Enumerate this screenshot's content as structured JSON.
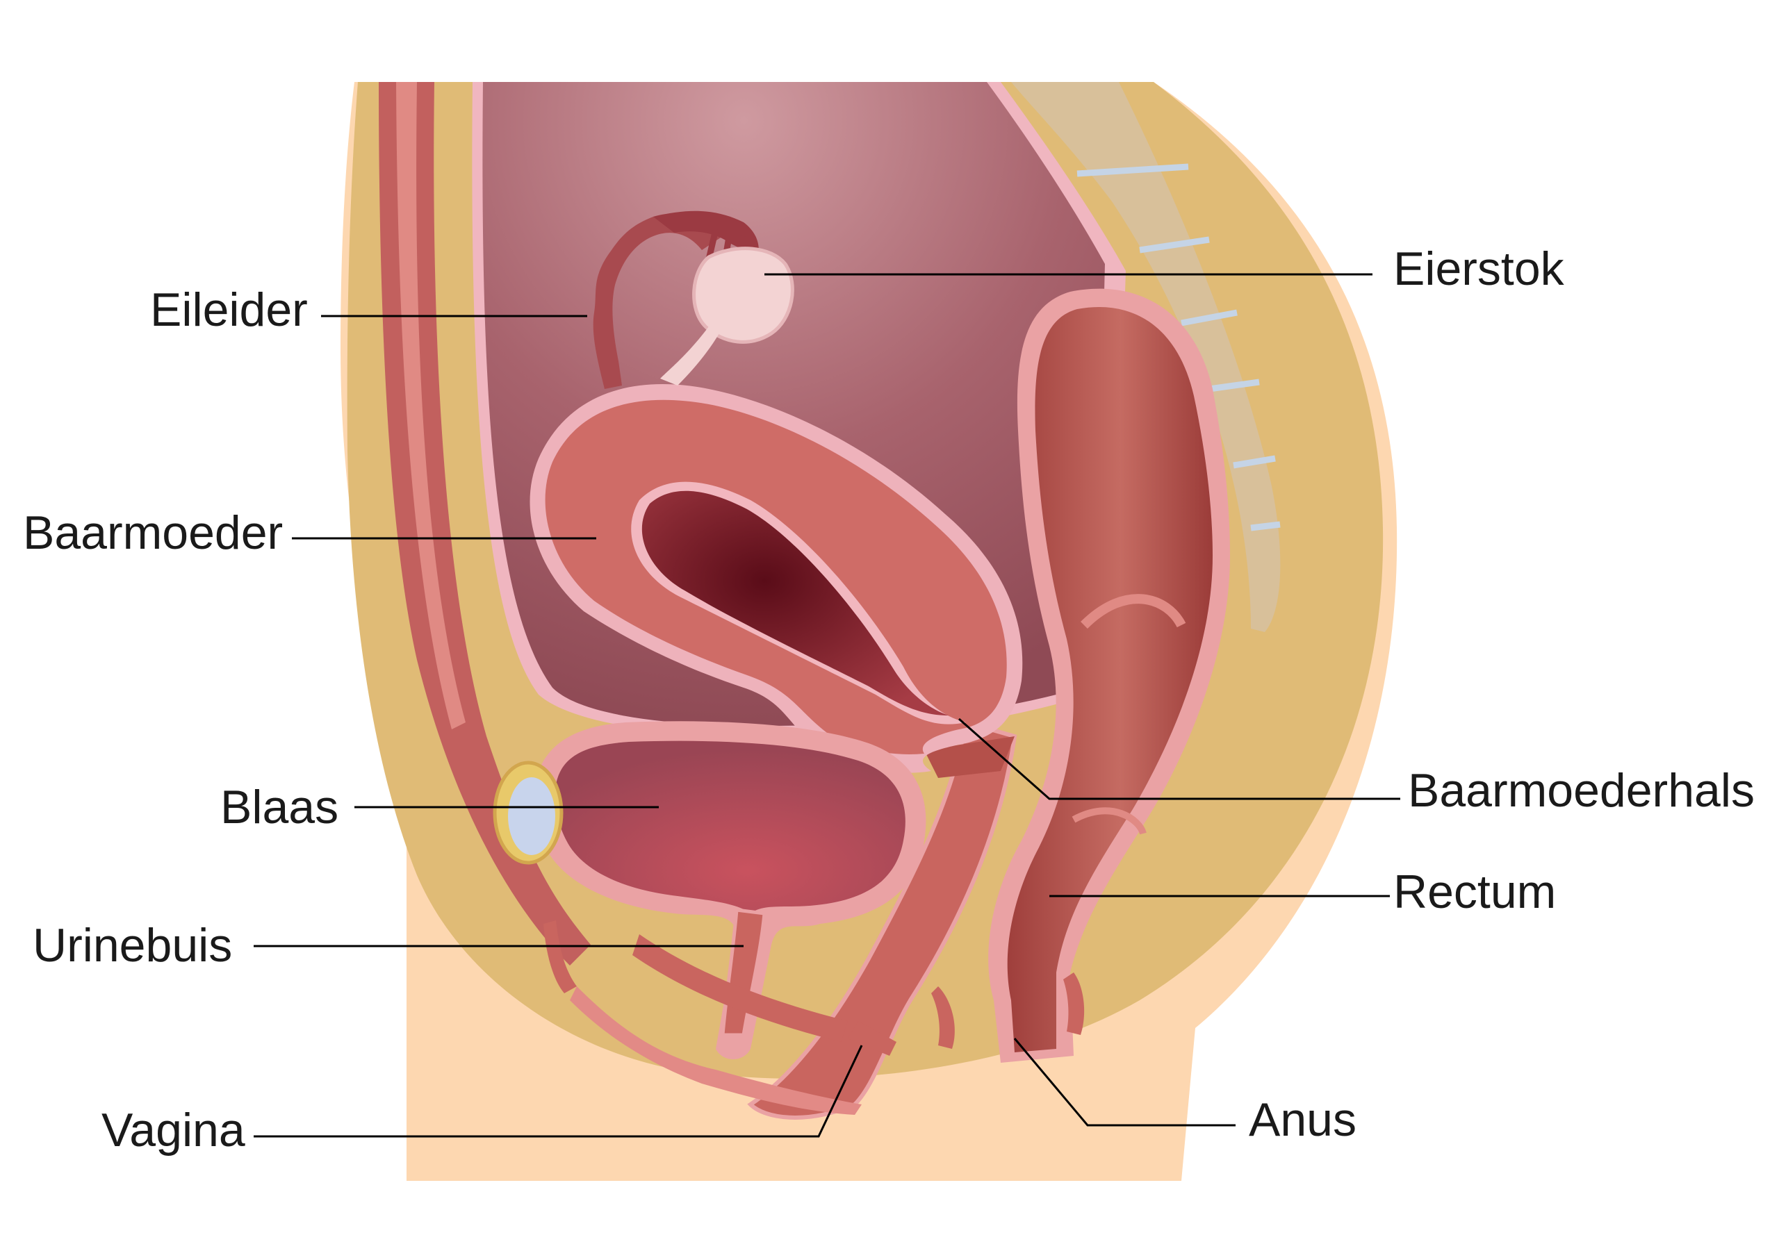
{
  "labels": {
    "eileider": "Eileider",
    "eierstok": "Eierstok",
    "baarmoeder": "Baarmoeder",
    "blaas": "Blaas",
    "baarmoederhals": "Baarmoederhals",
    "rectum": "Rectum",
    "urinebuis": "Urinebuis",
    "vagina": "Vagina",
    "anus": "Anus"
  },
  "colors": {
    "skin": "#fdd7b0",
    "fat": "#e0bb76",
    "muscle": "#c2605e",
    "cavity": "#8f4a55",
    "cavity_light": "#cf9aa0",
    "uterus": "#cf6c67",
    "uterus_outline": "#eeb2bb",
    "uterus_cavity": "#6e1622",
    "bladder": "#9a4554",
    "rectum": "#b9544e",
    "spine": "#d8c09a",
    "spine_disc": "#c5d4e6",
    "pubic_bone": "#c8d4ec",
    "line": "#000000"
  }
}
